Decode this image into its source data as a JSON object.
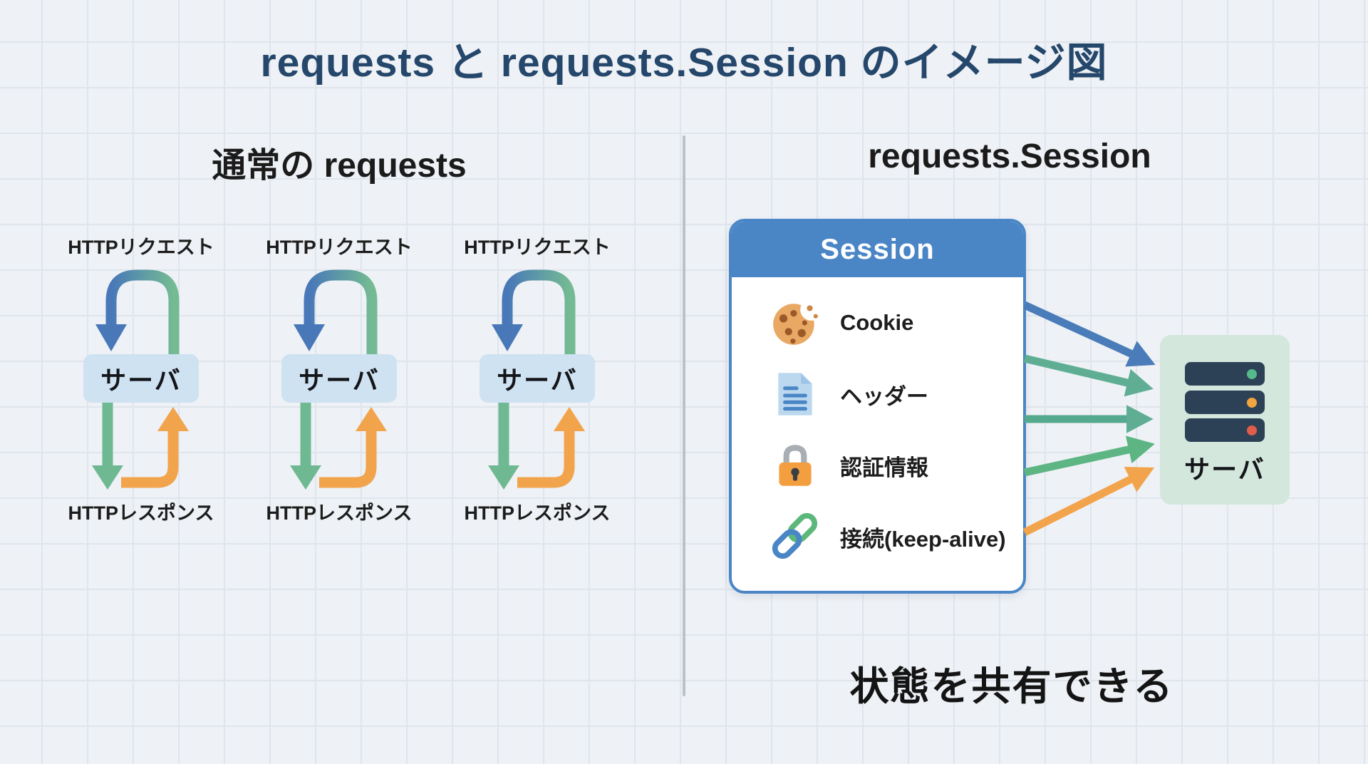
{
  "title": "requests と requests.Session のイメージ図",
  "left_section": {
    "heading": "通常の requests",
    "units": [
      {
        "request_label": "HTTPリクエスト",
        "server_label": "サーバ",
        "response_label": "HTTPレスポンス"
      },
      {
        "request_label": "HTTPリクエスト",
        "server_label": "サーバ",
        "response_label": "HTTPレスポンス"
      },
      {
        "request_label": "HTTPリクエスト",
        "server_label": "サーバ",
        "response_label": "HTTPレスポンス"
      }
    ]
  },
  "right_section": {
    "heading": "requests.Session",
    "session_box": {
      "title": "Session",
      "items": [
        {
          "icon": "cookie-icon",
          "label": "Cookie"
        },
        {
          "icon": "document-icon",
          "label": "ヘッダー"
        },
        {
          "icon": "lock-icon",
          "label": "認証情報"
        },
        {
          "icon": "link-icon",
          "label": "接続(keep-alive)"
        }
      ]
    },
    "server_label": "サーバ",
    "caption": "状態を共有できる"
  },
  "colors": {
    "title_navy": "#25476b",
    "session_blue": "#4a86c6",
    "arrow_blue": "#4a7cba",
    "arrow_teal": "#5fae94",
    "arrow_green": "#5cb583",
    "arrow_orange": "#f2a44c",
    "left_server_bg": "#cfe2f2",
    "server_bg": "#d3e7dd",
    "server_bar": "#2d4156",
    "status_green": "#55b98b",
    "status_orange": "#f2a43e",
    "status_red": "#e05d49"
  }
}
